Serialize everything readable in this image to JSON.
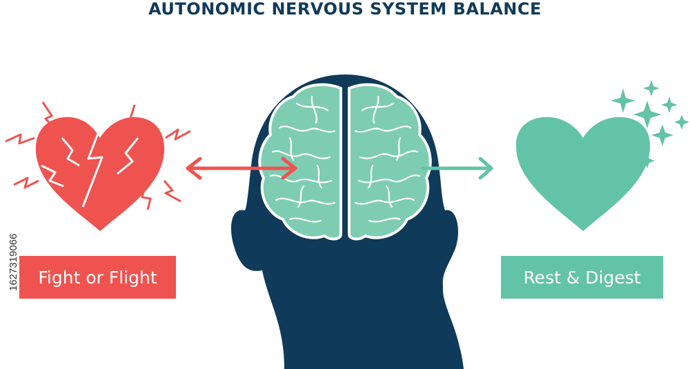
{
  "title": "AUTONOMIC NERVOUS SYSTEM BALANCE",
  "stock_id": "1627319066",
  "left_label": "Fight or Flight",
  "right_label": "Rest & Digest",
  "colors": {
    "navy": "#103a5a",
    "red": "#ef5350",
    "teal": "#63c3a7",
    "brain_fill": "#7ecdb3",
    "white": "#ffffff"
  },
  "icons": {
    "broken_heart": "broken-heart-icon",
    "calm_heart": "calm-heart-icon",
    "head": "head-silhouette-icon",
    "brain": "brain-icon",
    "sparkles": "sparkle-icon"
  }
}
